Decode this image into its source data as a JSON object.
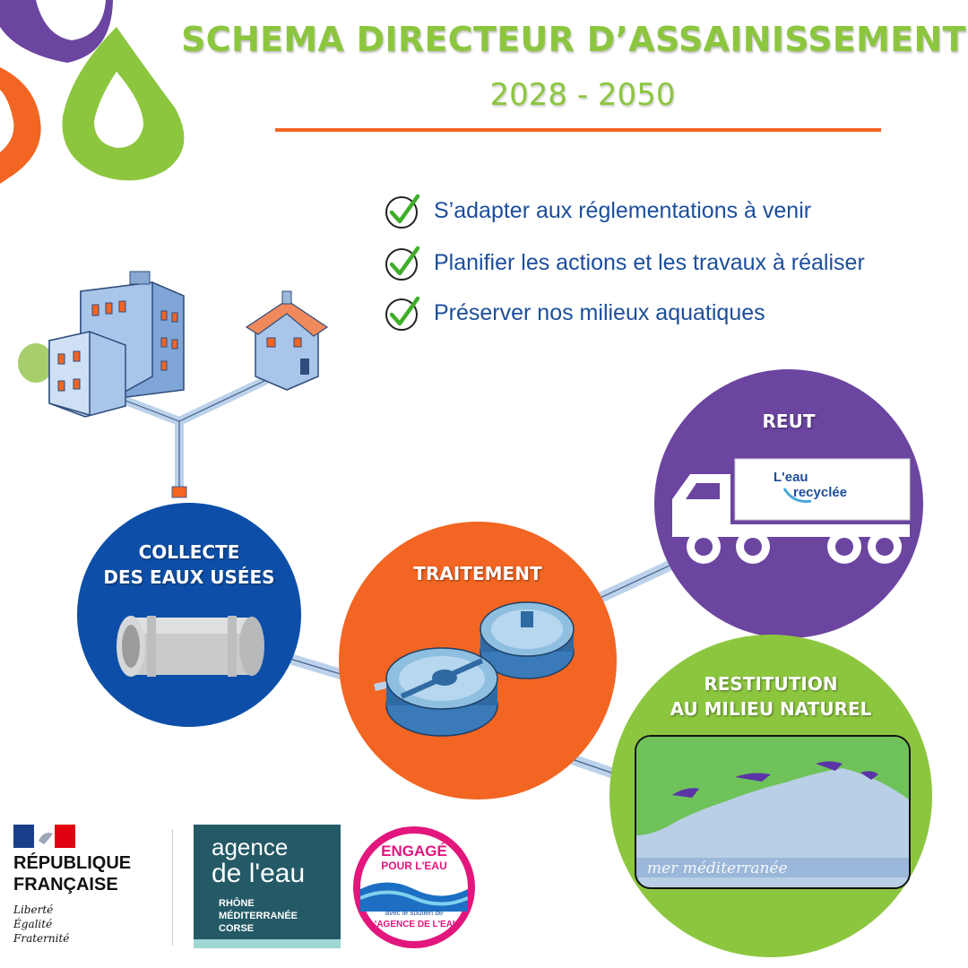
{
  "header": {
    "title": "SCHEMA DIRECTEUR D’ASSAINISSEMENT",
    "subtitle": "2028 - 2050"
  },
  "objectives": [
    "S’adapter aux réglementations à venir",
    "Planifier les actions et les travaux à réaliser",
    "Préserver nos milieux aquatiques"
  ],
  "stages": {
    "collecte": {
      "line1": "COLLECTE",
      "line2": "DES EAUX USÉES",
      "color": "#0d4fa8"
    },
    "traitement": {
      "label": "TRAITEMENT",
      "color": "#f26522"
    },
    "reut": {
      "label": "REUT",
      "truck_brand_1": "L'eau",
      "truck_brand_2": "recyclée",
      "color": "#6b45a0"
    },
    "restitution": {
      "line1": "RESTITUTION",
      "line2": "AU MILIEU NATUREL",
      "map_caption": "mer méditerranée",
      "color": "#8cc63f"
    }
  },
  "footer": {
    "republique": {
      "line1": "RÉPUBLIQUE",
      "line2": "FRANÇAISE",
      "motto1": "Liberté",
      "motto2": "Égalité",
      "motto3": "Fraternité"
    },
    "agence": {
      "line1": "agence",
      "line2": "de l'eau",
      "line3": "RHÔNE",
      "line4": "MÉDITERRANÉE",
      "line5": "CORSE"
    },
    "engage": {
      "line1": "ENGAGÉ",
      "line2": "POUR L'EAU",
      "line3": "avec le soutien de",
      "line4": "L'AGENCE DE L'EAU"
    }
  },
  "colors": {
    "green": "#8cc63f",
    "orange": "#f26522",
    "blue": "#0d4fa8",
    "purple": "#6b45a0",
    "text_blue": "#1c4e9b"
  }
}
